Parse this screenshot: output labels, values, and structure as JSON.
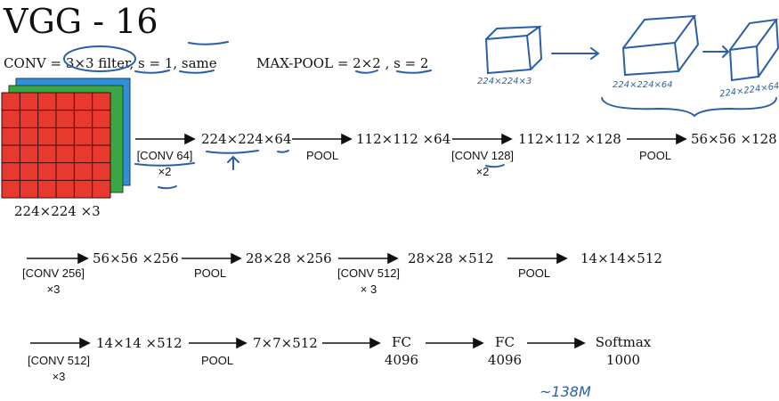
{
  "title": "VGG - 16",
  "conv_note": "CONV = 3×3 filter, s = 1, same",
  "pool_note": "MAX-POOL = 2×2 , s = 2",
  "input_label": "224×224 ×3",
  "row1": {
    "dims": [
      "224×224×64",
      "112×112 ×64",
      "112×112 ×128",
      "56×56 ×128"
    ],
    "ops": [
      {
        "name": "[CONV 64]",
        "mult": "×2"
      },
      {
        "name": "POOL"
      },
      {
        "name": "[CONV 128]",
        "mult": "×2"
      },
      {
        "name": "POOL"
      }
    ]
  },
  "row2": {
    "dims": [
      "56×56 ×256",
      "28×28 ×256",
      "28×28 ×512",
      "14×14×512"
    ],
    "ops": [
      {
        "name": "[CONV 256]",
        "mult": "×3"
      },
      {
        "name": "POOL"
      },
      {
        "name": "[CONV 512]",
        "mult": "× 3"
      },
      {
        "name": "POOL"
      }
    ]
  },
  "row3": {
    "dims": [
      "14×14 ×512",
      "7×7×512"
    ],
    "ops": [
      {
        "name": "[CONV 512]",
        "mult": "×3"
      },
      {
        "name": "POOL"
      }
    ],
    "fc1": {
      "label": "FC",
      "value": "4096"
    },
    "fc2": {
      "label": "FC",
      "value": "4096"
    },
    "softmax": {
      "label": "Softmax",
      "value": "1000"
    }
  },
  "handwritten": {
    "a": "224×224×3",
    "b": "224×224×64",
    "c": "224×224×64",
    "d": "~138M"
  },
  "colors": {
    "red_layer": "#e8392e",
    "green_layer": "#3aa645",
    "blue_layer": "#2f8fd8",
    "pen": "#2a5fa8"
  }
}
